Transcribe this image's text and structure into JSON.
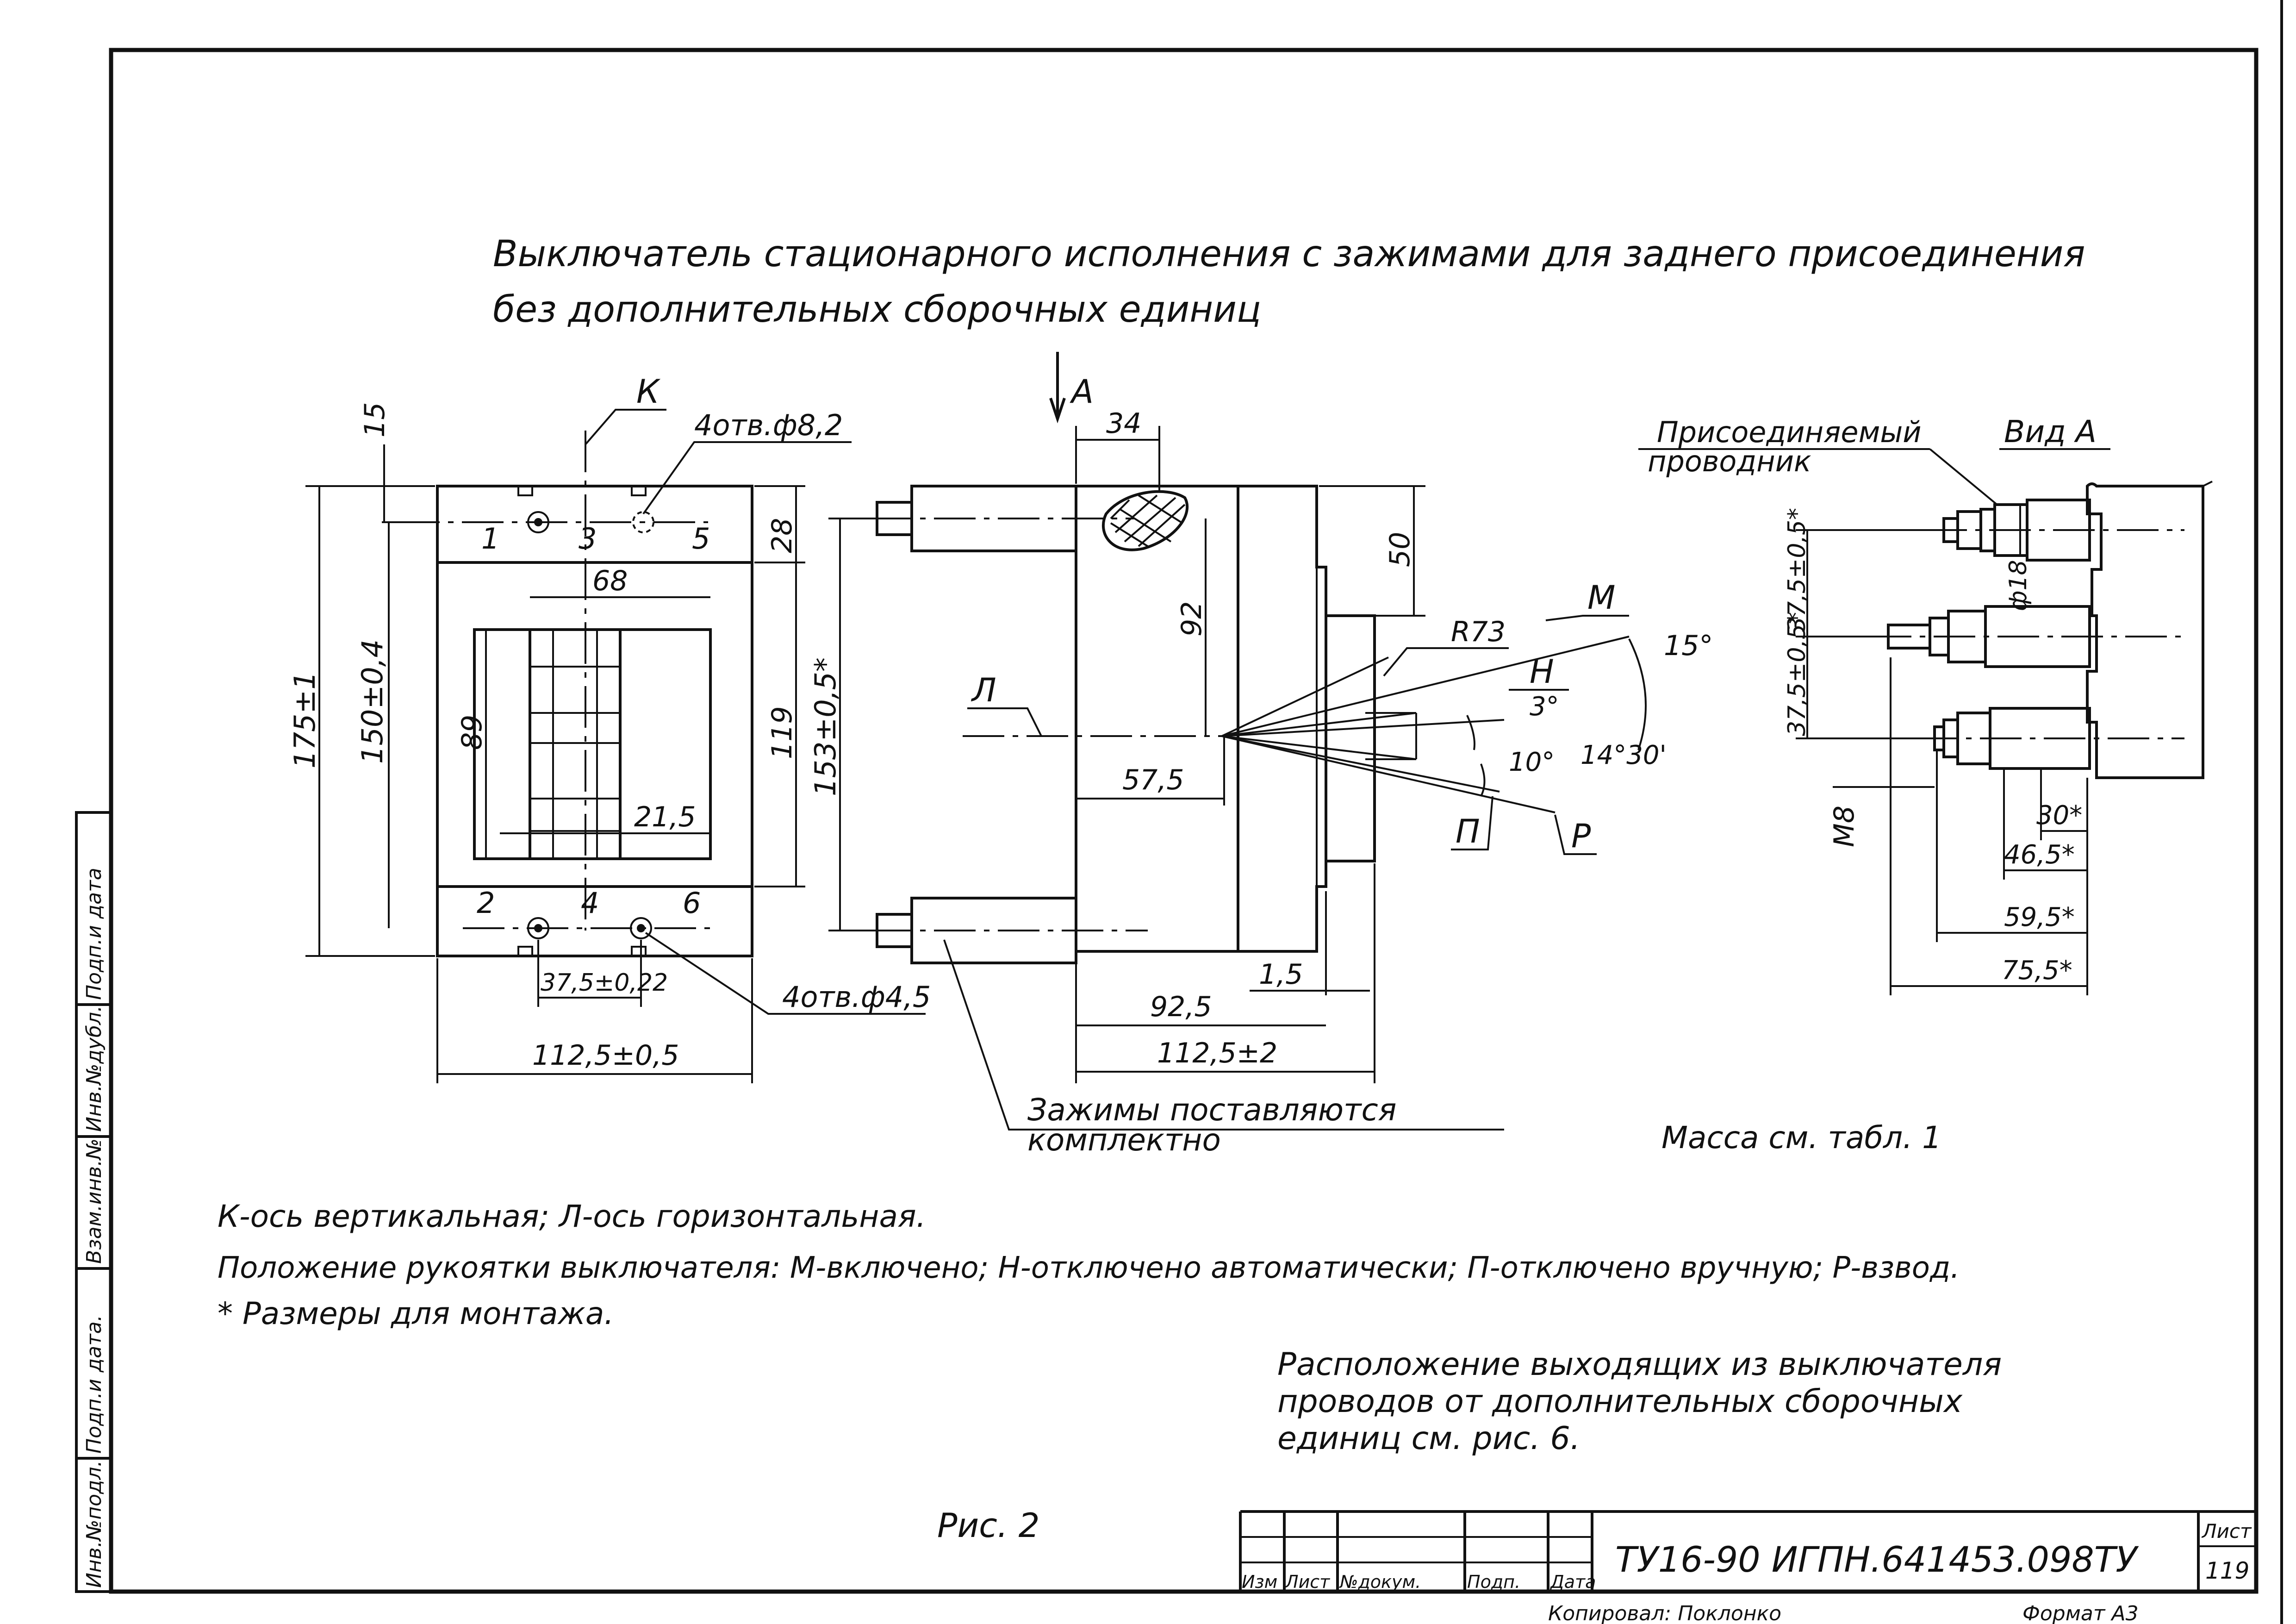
{
  "title": {
    "line1": "Выключатель стационарного исполнения с зажимами для заднего присоединения",
    "line2": "без дополнительных сборочных единиц"
  },
  "front_view": {
    "axis_k": "К",
    "holes_top": "4отв.ф8,2",
    "holes_bottom": "4отв.ф4,5",
    "terminals_top": [
      "1",
      "3",
      "5"
    ],
    "terminals_bottom": [
      "2",
      "4",
      "6"
    ],
    "dims": {
      "d15": "15",
      "d175": "175±1",
      "d150": "150±0,4",
      "d89": "89",
      "d68": "68",
      "d21_5": "21,5",
      "d28": "28",
      "d119": "119",
      "d37_5": "37,5±0,22",
      "d112_5": "112,5±0,5"
    }
  },
  "side_view": {
    "arrow_a": "А",
    "axis_l": "Л",
    "dims": {
      "d34": "34",
      "d153": "153±0,5*",
      "d92": "92",
      "d50": "50",
      "d57_5": "57,5",
      "d1_5": "1,5",
      "d92_5": "92,5",
      "d112_5": "112,5±2"
    },
    "handle": {
      "r73": "R73",
      "m": "М",
      "n": "Н",
      "p": "П",
      "r": "Р",
      "a15": "15°",
      "a3": "3°",
      "a10": "10°",
      "a14_30": "14°30'"
    },
    "clamps_note_1": "Зажимы поставляются",
    "clamps_note_2": "комплектно"
  },
  "view_a": {
    "conductor_1": "Присоединяемый",
    "conductor_2": "проводник",
    "label": "Вид А",
    "dims": {
      "d37_5a": "37,5±0,5*",
      "d37_5b": "37,5±0,5*",
      "d18": "ф18",
      "m8": "М8",
      "d30": "30*",
      "d46_5": "46,5*",
      "d59_5": "59,5*",
      "d75_5": "75,5*"
    }
  },
  "mass_note": "Масса см. табл. 1",
  "notes": {
    "n1": "К-ось вертикальная; Л-ось горизонтальная.",
    "n2": "Положение рукоятки выключателя: М-включено; Н-отключено автоматически; П-отключено вручную; Р-взвод.",
    "n3": "* Размеры для монтажа."
  },
  "wires_note": {
    "l1": "Расположение выходящих из выключателя",
    "l2": "проводов от дополнительных сборочных",
    "l3": "единиц см. рис. 6."
  },
  "figure_label": "Рис. 2",
  "side_stamp": [
    "Инв.№подл.",
    "Подп.и дата.",
    "Взам.инв.№",
    "Инв.№дубл.",
    "Подп.и дата"
  ],
  "title_block": {
    "headers": [
      "Изм",
      "Лист",
      "№докум.",
      "Подп.",
      "Дата"
    ],
    "designation": "ТУ16-90 ИГПН.641453.098ТУ",
    "sheet_label": "Лист",
    "sheet_number": "119",
    "copied": "Копировал: Поклонко",
    "format": "Формат А3"
  }
}
